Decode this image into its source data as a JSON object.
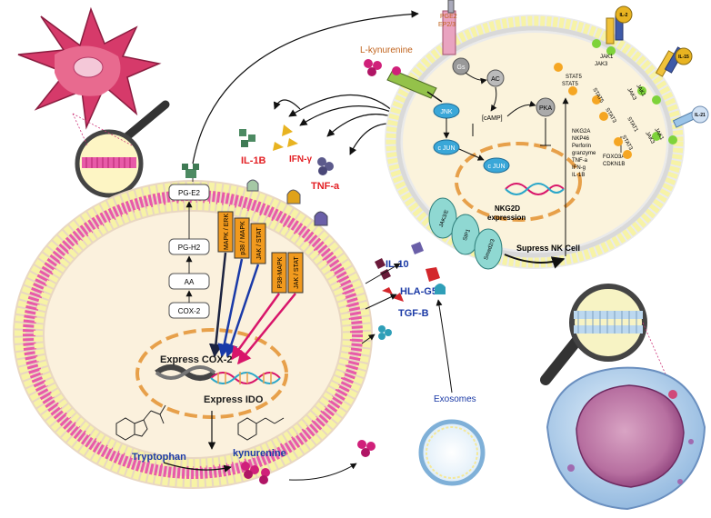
{
  "colors": {
    "membrane_head_yellow": "#f6efa3",
    "membrane_head_pink": "#e85aa8",
    "cell_fill": "#fbf1dd",
    "nk_fill": "#fbf3dc",
    "nucleus_dash": "#e7a04a",
    "pathway_box": "#f19a1e",
    "label_red": "#e32024",
    "label_blue": "#1b3aa6",
    "label_orange": "#c0621b",
    "jnk_blue": "#3aa7d8",
    "complex_teal": "#8fd8d2"
  },
  "msc_cell": {
    "pathway_boxes": [
      "PG-E2",
      "PG-H2",
      "AA",
      "COX-2"
    ],
    "signaling_boxes_left": [
      "MAPK / ERK",
      "p38 / MAPK",
      "JAK / STAT"
    ],
    "signaling_boxes_right": [
      "P38-MAPK",
      "JAK / STAT"
    ],
    "express_cox2": "Express COX-2",
    "express_ido": "Express IDO",
    "tryptophan": "Tryptophan",
    "kynurenine": "kynurenine"
  },
  "secreted": {
    "il1b": "IL-1B",
    "ifng": "IFN-γ",
    "tnfa": "TNF-a",
    "il10": "IL-10",
    "hlag5": "HLA-G5",
    "tgfb": "TGF-B",
    "l_kynurenine": "L-kynurenine",
    "exosomes": "Exosomes"
  },
  "nk_cell": {
    "pge2": "PGE2",
    "ep23": "EP2/3",
    "gs": "Gs",
    "ac": "AC",
    "camp": "[cAMP]",
    "pka": "PKA",
    "jnk": "JNK",
    "cjun1": "c JUN",
    "cjun2": "c JUN",
    "nkg2d": "NKG2D",
    "expression": "expression",
    "supress": "Supress NK Cell",
    "complexes": [
      "JAK3/E",
      "SIP1",
      "Smad2/3"
    ],
    "effectors": [
      "NKG2A",
      "NKP46",
      "Perforin",
      "granzyme",
      "TNF-a",
      "IFN-g",
      "IL-1B"
    ],
    "foxo": [
      "FOXO3A",
      "CDKN1B"
    ],
    "jak_labels": [
      "JAK1",
      "JAK3",
      "JAK1",
      "JAK3",
      "JAK1",
      "JAK3"
    ],
    "stat_labels": [
      "STAT5",
      "STAT5",
      "STAT5",
      "STAT3",
      "STAT1",
      "STAT3"
    ],
    "receptor_labels": [
      "IL-2",
      "IL-15",
      "IL-21"
    ]
  }
}
